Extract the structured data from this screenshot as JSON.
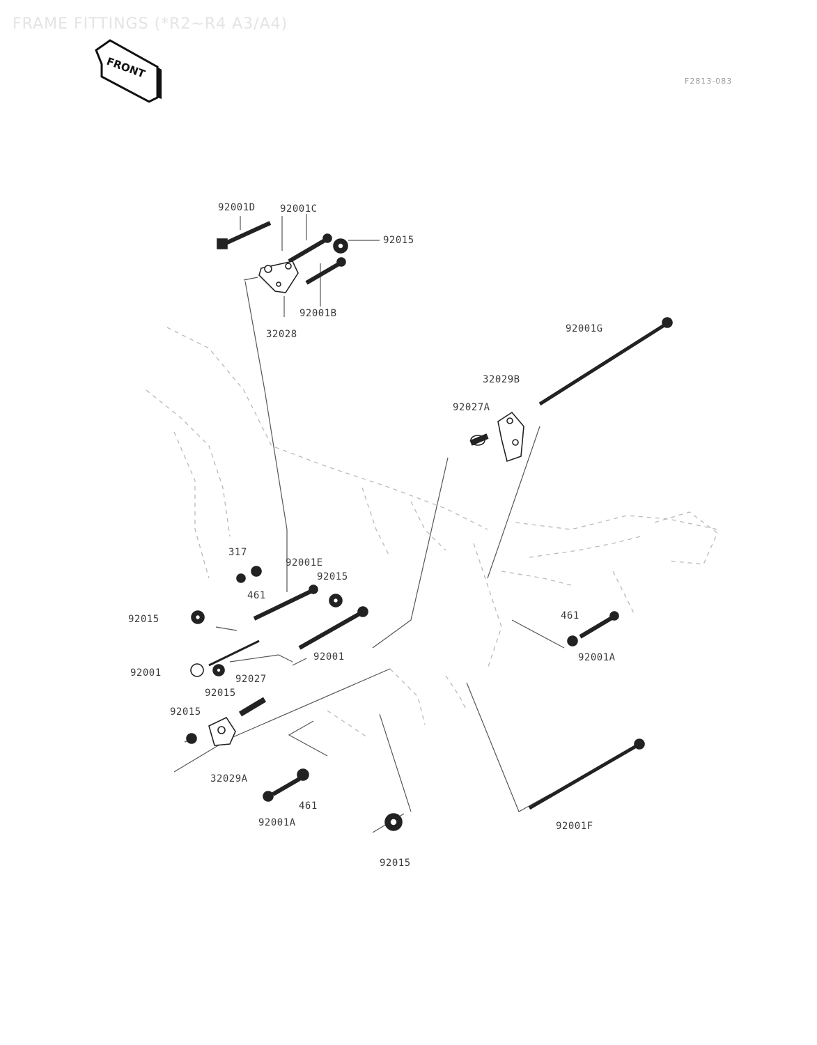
{
  "header": {
    "title": "FRAME FITTINGS (*R2~R4 A3/A4)",
    "code": "F2813-083"
  },
  "front_tag": "FRONT",
  "parts": [
    {
      "id": "p_92001D",
      "label": "92001D"
    },
    {
      "id": "p_92001C",
      "label": "92001C"
    },
    {
      "id": "p_92015_top",
      "label": "92015"
    },
    {
      "id": "p_92001B",
      "label": "92001B"
    },
    {
      "id": "p_32028",
      "label": "32028"
    },
    {
      "id": "p_92001G",
      "label": "92001G"
    },
    {
      "id": "p_32029B",
      "label": "32029B"
    },
    {
      "id": "p_92027A",
      "label": "92027A"
    },
    {
      "id": "p_317",
      "label": "317"
    },
    {
      "id": "p_92001E",
      "label": "92001E"
    },
    {
      "id": "p_92015_mid",
      "label": "92015"
    },
    {
      "id": "p_461_left",
      "label": "461"
    },
    {
      "id": "p_92015_left",
      "label": "92015"
    },
    {
      "id": "p_92001_left",
      "label": "92001"
    },
    {
      "id": "p_92001_center",
      "label": "92001"
    },
    {
      "id": "p_92027",
      "label": "92027"
    },
    {
      "id": "p_92015_b1",
      "label": "92015"
    },
    {
      "id": "p_92015_b2",
      "label": "92015"
    },
    {
      "id": "p_32029A",
      "label": "32029A"
    },
    {
      "id": "p_461_bottom",
      "label": "461"
    },
    {
      "id": "p_92001A_bottom",
      "label": "92001A"
    },
    {
      "id": "p_92015_bottom",
      "label": "92015"
    },
    {
      "id": "p_461_right",
      "label": "461"
    },
    {
      "id": "p_92001A_right",
      "label": "92001A"
    },
    {
      "id": "p_92001F",
      "label": "92001F"
    }
  ]
}
